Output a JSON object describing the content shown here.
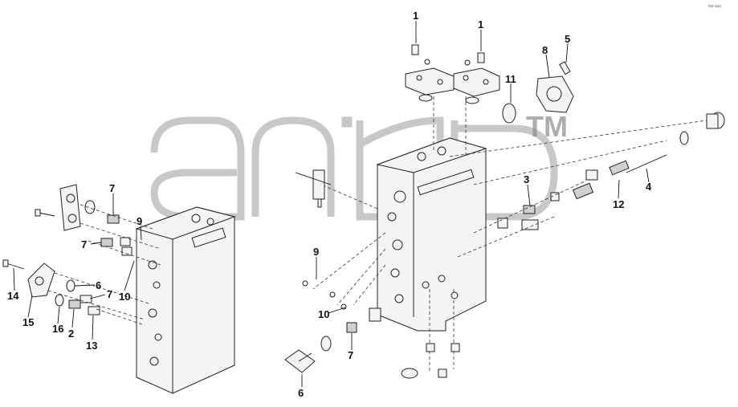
{
  "watermark": {
    "trademark": "TM"
  },
  "corner_code": "вм-ааа",
  "callouts": [
    {
      "id": "c1a",
      "label": "1"
    },
    {
      "id": "c1b",
      "label": "1"
    },
    {
      "id": "c8",
      "label": "8"
    },
    {
      "id": "c5",
      "label": "5"
    },
    {
      "id": "c11",
      "label": "11"
    },
    {
      "id": "c3",
      "label": "3"
    },
    {
      "id": "c4",
      "label": "4"
    },
    {
      "id": "c12",
      "label": "12"
    },
    {
      "id": "c7a",
      "label": "7"
    },
    {
      "id": "c9a",
      "label": "9"
    },
    {
      "id": "c7b",
      "label": "7"
    },
    {
      "id": "c14",
      "label": "14"
    },
    {
      "id": "c6a",
      "label": "6"
    },
    {
      "id": "c7c",
      "label": "7"
    },
    {
      "id": "c10a",
      "label": "10"
    },
    {
      "id": "c15",
      "label": "15"
    },
    {
      "id": "c16",
      "label": "16"
    },
    {
      "id": "c2",
      "label": "2"
    },
    {
      "id": "c13",
      "label": "13"
    },
    {
      "id": "c9b",
      "label": "9"
    },
    {
      "id": "c10b",
      "label": "10"
    },
    {
      "id": "c7d",
      "label": "7"
    },
    {
      "id": "c6b",
      "label": "6"
    }
  ]
}
